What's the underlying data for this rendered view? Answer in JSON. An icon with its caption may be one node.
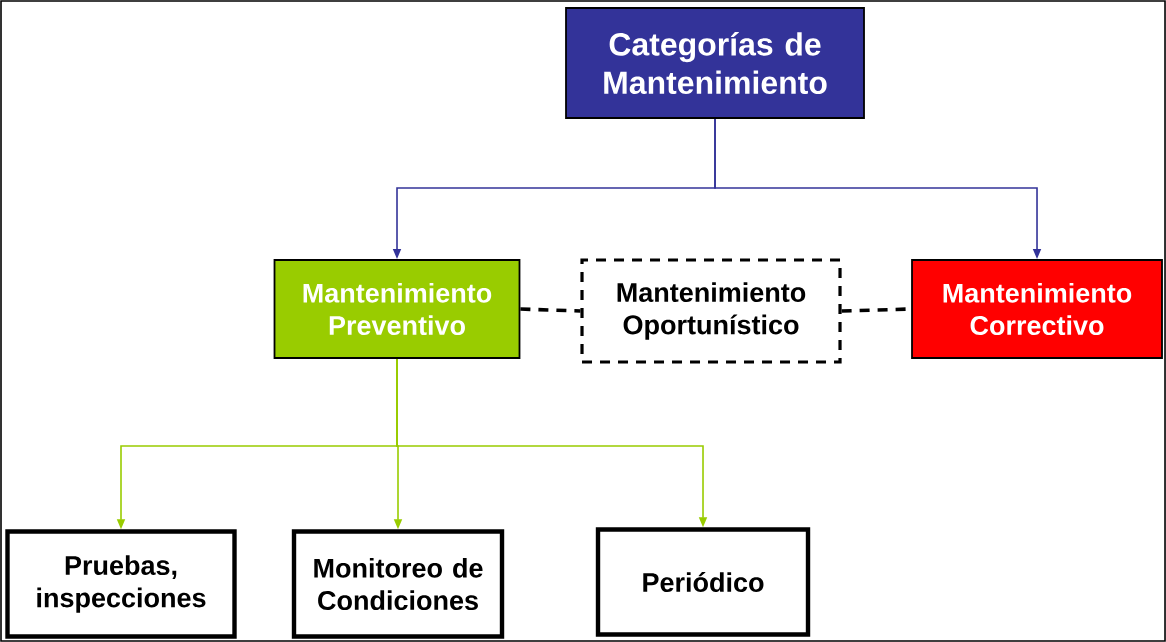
{
  "diagram": {
    "nodes": [
      {
        "text": [
          "Categorías de Mantenimiento"
        ]
      },
      {
        "text": [
          "Mantenimiento Preventivo"
        ]
      },
      {
        "text": [
          "Mantenimiento Oportunístico"
        ]
      },
      {
        "text": [
          "Mantenimiento Correctivo"
        ]
      },
      {
        "text": [
          "Pruebas, inspecciones"
        ]
      },
      {
        "text": [
          "Monitoreo de Condiciones"
        ]
      },
      {
        "text": [
          "Periódico"
        ]
      }
    ],
    "edges": [
      {
        "from": 0,
        "to": 1,
        "arrow": "to",
        "color": "#333399"
      },
      {
        "from": 0,
        "to": 3,
        "arrow": "to",
        "color": "#333399"
      },
      {
        "from": 1,
        "to": 2,
        "arrow": "none",
        "style": "dashed",
        "color": "#000000"
      },
      {
        "from": 2,
        "to": 3,
        "arrow": "none",
        "style": "dashed",
        "color": "#000000"
      },
      {
        "from": 1,
        "to": 4,
        "arrow": "to"
      },
      {
        "from": 1,
        "to": 5,
        "arrow": "to"
      },
      {
        "from": 1,
        "to": 6,
        "arrow": "to"
      }
    ]
  }
}
